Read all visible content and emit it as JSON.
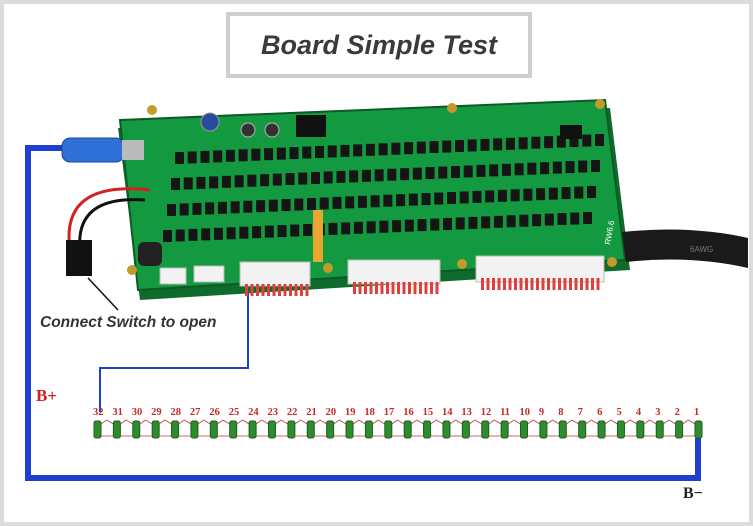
{
  "title": "Board Simple Test",
  "caption": "Connect Switch to open",
  "b_plus": "B+",
  "b_minus": "B−",
  "pcb_label": "RW6.6",
  "cable_label": "6AWG",
  "cells": [
    "32",
    "31",
    "30",
    "29",
    "28",
    "27",
    "26",
    "25",
    "24",
    "23",
    "22",
    "21",
    "20",
    "19",
    "18",
    "17",
    "16",
    "15",
    "14",
    "13",
    "12",
    "11",
    "10",
    "9",
    "8",
    "7",
    "6",
    "5",
    "4",
    "3",
    "2",
    "1"
  ],
  "colors": {
    "wire_blue": "#1f3fd0",
    "pcb_green": "#138a3a",
    "cell_green": "#2e8b2e",
    "label_red": "#c62828"
  }
}
